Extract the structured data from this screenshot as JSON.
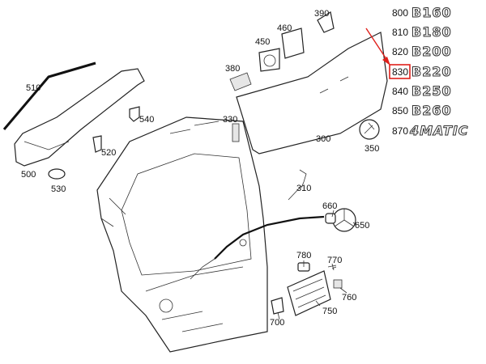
{
  "callouts": [
    {
      "id": "390",
      "label": "390"
    },
    {
      "id": "460",
      "label": "460"
    },
    {
      "id": "450",
      "label": "450"
    },
    {
      "id": "380",
      "label": "380"
    },
    {
      "id": "510",
      "label": "510"
    },
    {
      "id": "540",
      "label": "540"
    },
    {
      "id": "520",
      "label": "520"
    },
    {
      "id": "500",
      "label": "500"
    },
    {
      "id": "530",
      "label": "530"
    },
    {
      "id": "330",
      "label": "330"
    },
    {
      "id": "300",
      "label": "300"
    },
    {
      "id": "350",
      "label": "350"
    },
    {
      "id": "310",
      "label": "310"
    },
    {
      "id": "660",
      "label": "660"
    },
    {
      "id": "650",
      "label": "650"
    },
    {
      "id": "780",
      "label": "780"
    },
    {
      "id": "770",
      "label": "770"
    },
    {
      "id": "760",
      "label": "760"
    },
    {
      "id": "750",
      "label": "750"
    },
    {
      "id": "700",
      "label": "700"
    }
  ],
  "badges": [
    {
      "number": "800",
      "text": "B160"
    },
    {
      "number": "810",
      "text": "B180"
    },
    {
      "number": "820",
      "text": "B200"
    },
    {
      "number": "830",
      "text": "B220",
      "highlighted": true
    },
    {
      "number": "840",
      "text": "B250"
    },
    {
      "number": "850",
      "text": "B260"
    },
    {
      "number": "870",
      "text": "4MATIC"
    }
  ],
  "colors": {
    "highlight": "#e0201b",
    "line": "#222222"
  }
}
